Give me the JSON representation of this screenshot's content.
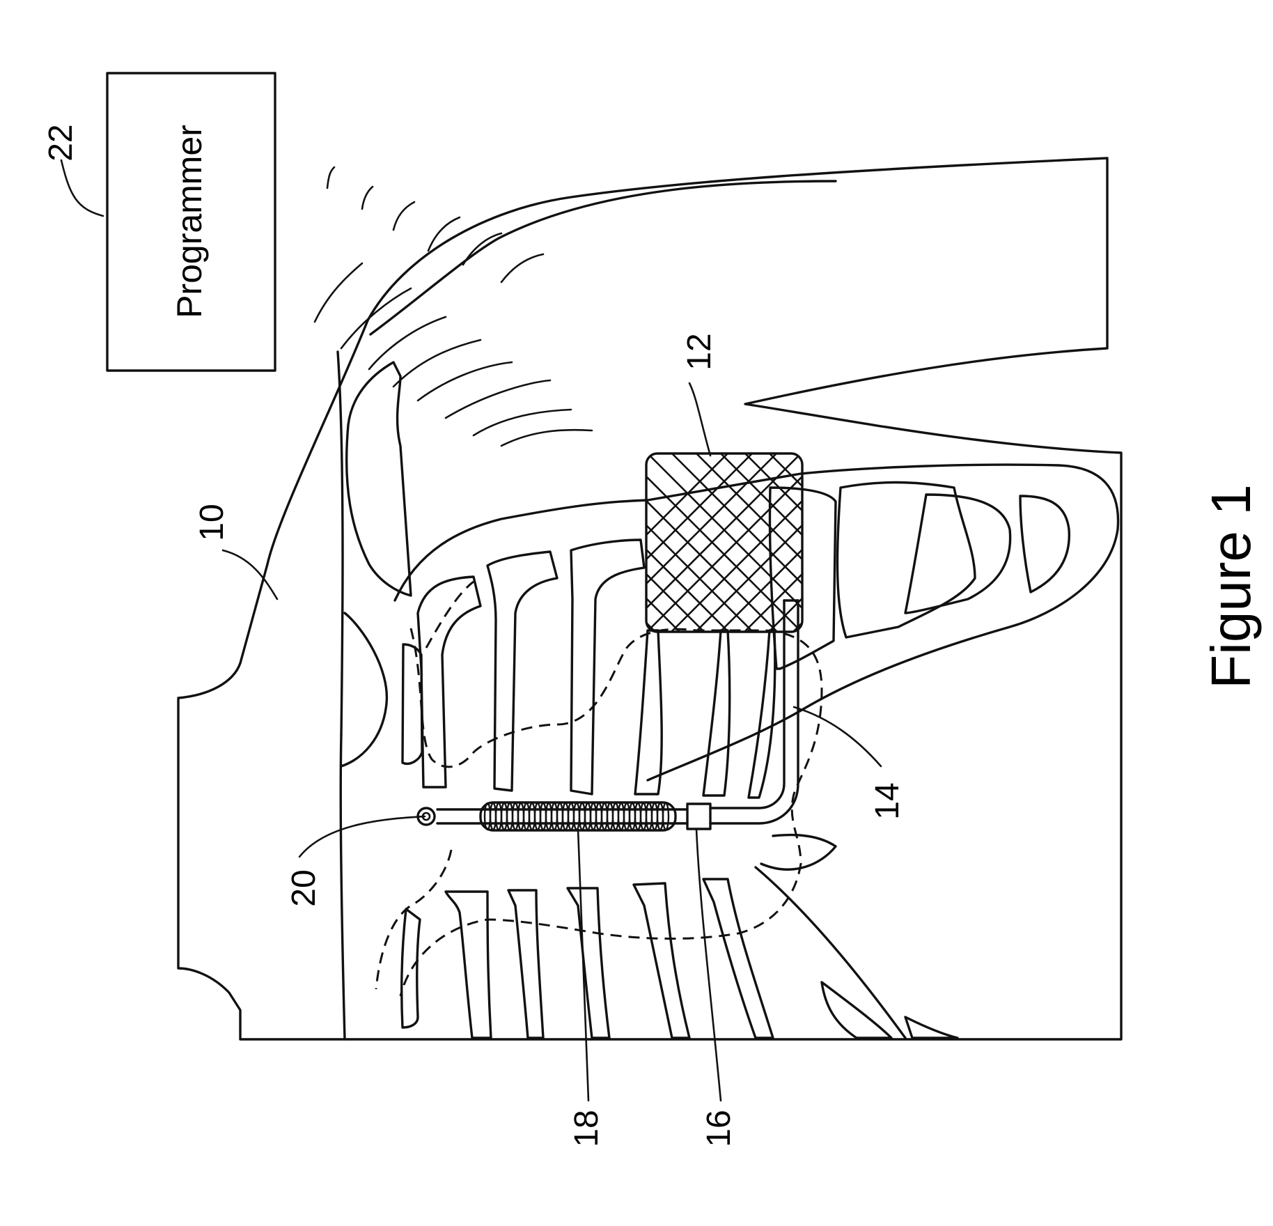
{
  "figure": {
    "caption": "Figure 1",
    "orientation": "rotated-90-ccw",
    "stroke_color": "#111111",
    "background_color": "#ffffff",
    "programmer_box_label": "Programmer",
    "reference_numerals": {
      "patient": "10",
      "implantable_device": "12",
      "lead": "14",
      "connector": "16",
      "coil_electrode": "18",
      "sensing_electrode": "20",
      "programmer": "22"
    }
  }
}
